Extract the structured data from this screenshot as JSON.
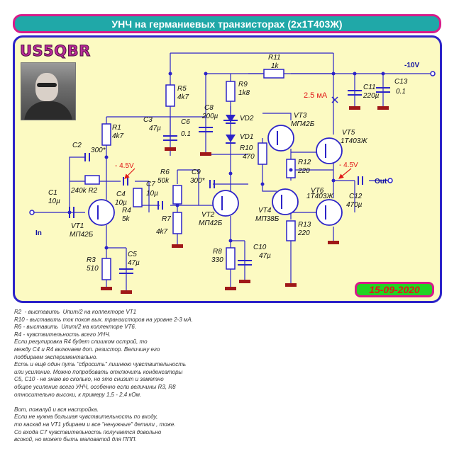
{
  "title": "УНЧ на германиевых транзисторах (2х1Т403Ж)",
  "callsign": "US5QBR",
  "date": "15-09-2020",
  "schematic": {
    "labels": {
      "supply": "-10V",
      "current": "2.5 мА",
      "in": "In",
      "out": "Out",
      "bias_left": "- 4.5V",
      "bias_right": "- 4.5V",
      "R1": "R1",
      "R1v": "4k7",
      "R2": "240k R2",
      "R3": "R3",
      "R3v": "510",
      "R4": "R4",
      "R4v": "5k",
      "R5": "R5",
      "R5v": "4k7",
      "R6": "R6",
      "R6v": "50k",
      "R7": "R7",
      "R7v": "4k7",
      "R8": "R8",
      "R8v": "330",
      "R9": "R9",
      "R9v": "1k8",
      "R10": "R10",
      "R10v": "470",
      "R11": "R11",
      "R11v": "1k",
      "R12": "R12",
      "R12v": "220",
      "R13": "R13",
      "R13v": "220",
      "C1": "C1",
      "C1v": "10µ",
      "C2": "C2",
      "C2v": "300*",
      "C3": "C3",
      "C3v": "47µ",
      "C4": "C4",
      "C4v": "10µ",
      "C5": "C5",
      "C5v": "47µ",
      "C6": "C6",
      "C6v": "0.1",
      "C7": "C7",
      "C7v": "10µ",
      "C8": "C8",
      "C8v": "200µ",
      "C9": "C9",
      "C9v": "300*",
      "C10": "C10",
      "C10v": "47µ",
      "C11": "C11",
      "C11v": "220µ",
      "C12": "C12",
      "C12v": "470µ",
      "C13": "C13",
      "C13v": "0.1",
      "VD1": "VD1",
      "VD2": "VD2",
      "VT1": "VT1",
      "VT1t": "МП42Б",
      "VT2": "VT2",
      "VT2t": "МП42Б",
      "VT3": "VT3",
      "VT3t": "МП42Б",
      "VT4": "VT4",
      "VT4t": "МП38Б",
      "VT5": "VT5",
      "VT5t": "1Т403Ж",
      "VT6": "VT6",
      "VT6t": "1Т403Ж"
    }
  },
  "notes": [
    "R2  - выставить  Uпит/2 на коллекторе VT1",
    "R10 - выставить ток покоя вых. транзисторов на уровне 2-3 мА.",
    "R6 - выставить  Uпит/2 на коллекторе VT6.",
    "R4 - чувствительность всего УНЧ.",
    "Если регулировка R4 будет слишком острой, то",
    "между С4 и R4 включаем доп. резистор. Величину его",
    "подбираем экспериментально.",
    "Есть и ещё один путь \"сбросить\" лишнюю чувствительность",
    "или усиление. Можно попробовать отключить конденсаторы",
    "С5, С10 - не знаю во сколько, но это снизит и заметно",
    "общее усиление всего УНЧ, особенно если величины R3, R8",
    "относительно высоки, к примеру 1,5 - 2,4 кОм.",
    "",
    "Вот, пожалуй и вся настройка.",
    "Если не нужна большая чувствительность по входу,",
    "то каскад на VT1 убираем и все \"ненужные\" детали , тоже.",
    "Со входа С7 чувствительность получается довольно",
    "всокой, но может быть маловатой для ППП."
  ]
}
